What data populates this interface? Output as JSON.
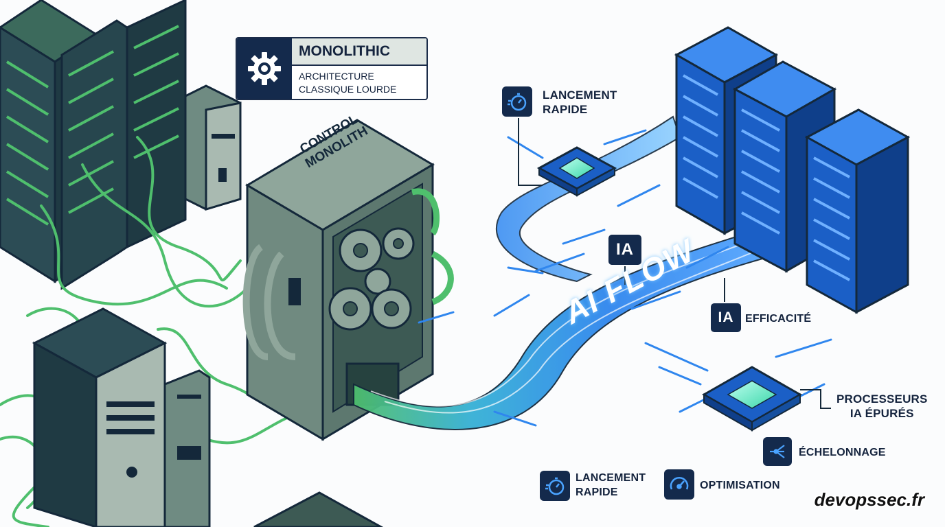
{
  "monolith_box": {
    "title": "MONOLITHIC",
    "subtitle_line1": "ARCHITECTURE",
    "subtitle_line2": "CLASSIQUE LOURDE",
    "icon": "gear-icon"
  },
  "monolith_cabinet": {
    "label_line1": "CONTROL",
    "label_line2": "MONOLITH"
  },
  "flow": {
    "label": "AI FLOW"
  },
  "badges": {
    "ia_top": "IA",
    "ia_side": "IA"
  },
  "callouts": {
    "launch_top": {
      "line1": "LANCEMENT",
      "line2": "RAPIDE",
      "icon": "stopwatch-icon"
    },
    "efficiency": {
      "text": "EFFICACITÉ"
    },
    "processors": {
      "line1": "PROCESSEURS",
      "line2": "IA ÉPURÉS"
    },
    "scaling": {
      "text": "ÉCHELONNAGE",
      "icon": "network-icon"
    },
    "launch_bottom": {
      "line1": "LANCEMENT",
      "line2": "RAPIDE",
      "icon": "stopwatch-icon"
    },
    "optimisation": {
      "text": "OPTIMISATION",
      "icon": "gauge-icon"
    }
  },
  "watermark": "devopssec.fr",
  "colors": {
    "legacy_green": "#4fbf6d",
    "legacy_dark": "#1f3a43",
    "flow_blue": "#2f86ee",
    "server_blue": "#1b5fc6",
    "navy": "#142a4c"
  }
}
